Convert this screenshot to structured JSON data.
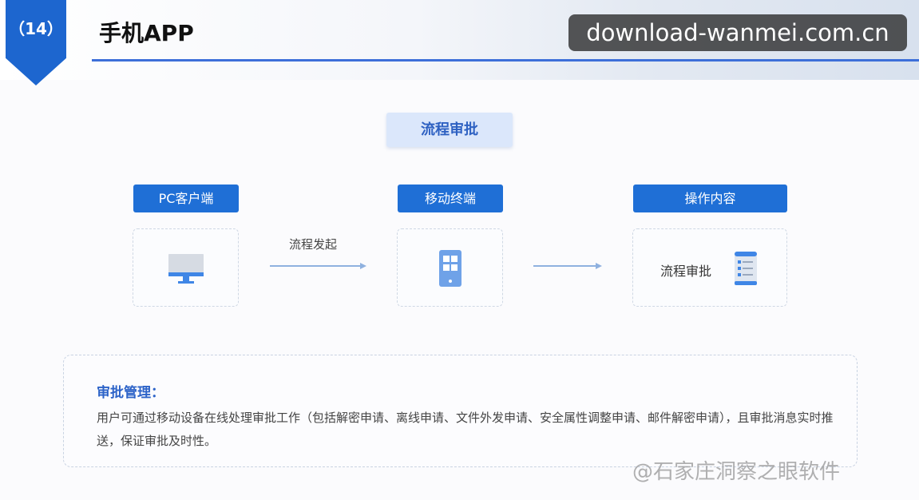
{
  "header": {
    "badge_number": "（14）",
    "title": "手机APP",
    "watermark": "download-wanmei.com.cn"
  },
  "section_title": "流程审批",
  "columns": [
    {
      "label": "PC客户端",
      "icon": "monitor-icon"
    },
    {
      "label": "移动终端",
      "icon": "tablet-icon"
    },
    {
      "label": "操作内容",
      "icon": "checklist-icon",
      "card_text": "流程审批"
    }
  ],
  "arrows": [
    {
      "label": "流程发起"
    },
    {
      "label": ""
    }
  ],
  "info": {
    "title": "审批管理：",
    "body": "用户可通过移动设备在线处理审批工作（包括解密申请、离线申请、文件外发申请、安全属性调整申请、邮件解密申请），且审批消息实时推送，保证审批及时性。"
  },
  "footer_watermark": "@石家庄洞察之眼软件",
  "colors": {
    "accent_blue": "#1f6fd6",
    "header_rule": "#3d6fd9",
    "chip_bg": "#dbe7fb",
    "arrow": "#8fb1df"
  }
}
